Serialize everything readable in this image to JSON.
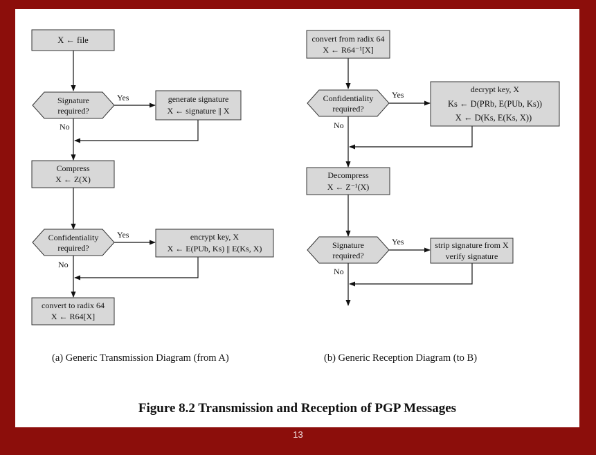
{
  "transmission": {
    "file_box": "X ← file",
    "sig_q": [
      "Signature",
      "required?"
    ],
    "sig_yes": "Yes",
    "sig_no": "No",
    "sig_gen": [
      "generate signature",
      "X ← signature || X"
    ],
    "compress": [
      "Compress",
      "X ← Z(X)"
    ],
    "conf_q": [
      "Confidentiality",
      "required?"
    ],
    "conf_yes": "Yes",
    "conf_no": "No",
    "encrypt": [
      "encrypt key, X",
      "X ← E(PUb, Ks) || E(Ks, X)"
    ],
    "radix": [
      "convert to radix 64",
      "X ← R64[X]"
    ],
    "caption": "(a) Generic Transmission Diagram (from A)"
  },
  "reception": {
    "radix": [
      "convert from radix 64",
      "X ← R64⁻¹[X]"
    ],
    "conf_q": [
      "Confidentiality",
      "required?"
    ],
    "conf_yes": "Yes",
    "conf_no": "No",
    "decrypt": [
      "decrypt key, X",
      "Ks ← D(PRb, E(PUb, Ks))",
      "X ← D(Ks, E(Ks, X))"
    ],
    "decompress": [
      "Decompress",
      "X ← Z⁻¹(X)"
    ],
    "sig_q": [
      "Signature",
      "required?"
    ],
    "sig_yes": "Yes",
    "sig_no": "No",
    "strip": [
      "strip signature from X",
      "verify signature"
    ],
    "caption": "(b) Generic Reception Diagram (to B)"
  },
  "figure_title": "Figure 8.2   Transmission and Reception of PGP Messages",
  "page_number": "13"
}
